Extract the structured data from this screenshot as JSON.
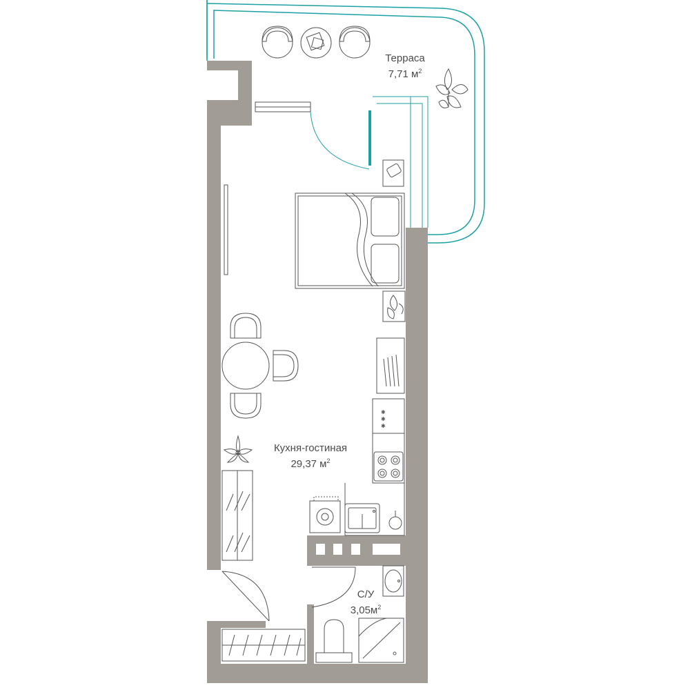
{
  "rooms": {
    "terrace": {
      "name": "Терраса",
      "area": "7,71 м",
      "unit_sup": "2"
    },
    "living": {
      "name": "Кухня-гостиная",
      "area": "29,37 м",
      "unit_sup": "2"
    },
    "bathroom": {
      "name": "С/У",
      "area": "3,05м",
      "unit_sup": "2"
    }
  },
  "colors": {
    "wall": "#a29c97",
    "line": "#555555",
    "accent": "#1ba0a4",
    "background": "#ffffff"
  }
}
